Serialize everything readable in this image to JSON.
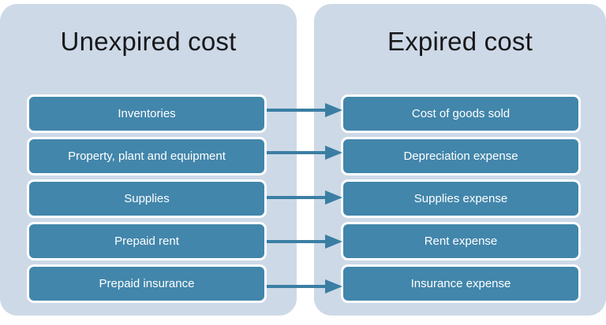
{
  "diagram": {
    "type": "two-column-mapping",
    "title": "",
    "colors": {
      "panel_background": "#cdd9e7",
      "box_fill": "#4286ab",
      "box_border": "#ffffff",
      "box_text": "#ffffff",
      "title_text": "#17181a",
      "arrow": "#3b7ea3",
      "canvas_background": "#ffffff"
    }
  },
  "left_panel": {
    "title": "Unexpired cost",
    "items": [
      {
        "label": "Inventories"
      },
      {
        "label": "Property, plant and equipment"
      },
      {
        "label": "Supplies"
      },
      {
        "label": "Prepaid rent"
      },
      {
        "label": "Prepaid insurance"
      }
    ]
  },
  "right_panel": {
    "title": "Expired cost",
    "items": [
      {
        "label": "Cost of goods sold"
      },
      {
        "label": "Depreciation expense"
      },
      {
        "label": "Supplies expense"
      },
      {
        "label": "Rent expense"
      },
      {
        "label": "Insurance expense"
      }
    ]
  },
  "connectors": [
    {
      "from": "Inventories",
      "to": "Cost of goods sold",
      "style": "arrow-right"
    },
    {
      "from": "Property, plant and equipment",
      "to": "Depreciation expense",
      "style": "arrow-right"
    },
    {
      "from": "Supplies",
      "to": "Supplies expense",
      "style": "arrow-right"
    },
    {
      "from": "Prepaid rent",
      "to": "Rent expense",
      "style": "arrow-right"
    },
    {
      "from": "Prepaid insurance",
      "to": "Insurance expense",
      "style": "arrow-right"
    }
  ]
}
